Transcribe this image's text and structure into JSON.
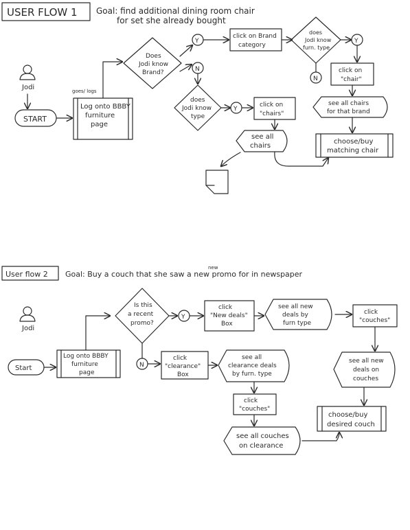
{
  "flow1": {
    "title": "USER FLOW 1",
    "goal_line1": "Goal: find additional dining room chair",
    "goal_line2": "for set she already bought",
    "persona": "Jodi",
    "start": "START",
    "logon_note": "goes/ logs",
    "logon_box": [
      "Log onto BBBY",
      "furniture",
      "page"
    ],
    "decision_brand": [
      "Does",
      "Jodi know",
      "Brand?"
    ],
    "yes": "Y",
    "no": "N",
    "brand_category": [
      "click on Brand",
      "category"
    ],
    "decision_furn_type": [
      "does",
      "Jodi know",
      "furn. type"
    ],
    "click_chair": [
      "click on",
      "\"chair\""
    ],
    "see_all_chairs_brand": [
      "see all chairs",
      "for that brand"
    ],
    "choose_buy_chair": [
      "choose/buy",
      "matching chair"
    ],
    "decision_type": [
      "does",
      "Jodi know",
      "type"
    ],
    "click_chairs": [
      "click on",
      "\"chairs\""
    ],
    "see_all_chairs": [
      "see all",
      "chairs"
    ]
  },
  "flow2": {
    "title": "User flow 2",
    "goal": "Goal: Buy a couch that she saw a new promo for in newspaper",
    "goal_insert": "new",
    "persona": "Jodi",
    "start": "Start",
    "logon_box": [
      "Log onto BBBY",
      "furniture",
      "page"
    ],
    "decision_promo": [
      "Is this",
      "a recent",
      "promo?"
    ],
    "yes": "Y",
    "no": "N",
    "new_deals_box": [
      "click",
      "\"New deals\"",
      "Box"
    ],
    "see_new_deals_type": [
      "see all new",
      "deals by",
      "furn type"
    ],
    "click_couches_top": [
      "click",
      "\"couches\""
    ],
    "see_new_couch_deals": [
      "see all new",
      "deals on",
      "couches"
    ],
    "choose_buy_couch": [
      "choose/buy",
      "desired couch"
    ],
    "clearance_box": [
      "click",
      "\"clearance\"",
      "Box"
    ],
    "see_clearance_type": [
      "see all",
      "clearance deals",
      "by furn. type"
    ],
    "click_couches_mid": [
      "click",
      "\"couches\""
    ],
    "see_clearance_couches": [
      "see all couches",
      "on clearance"
    ]
  }
}
